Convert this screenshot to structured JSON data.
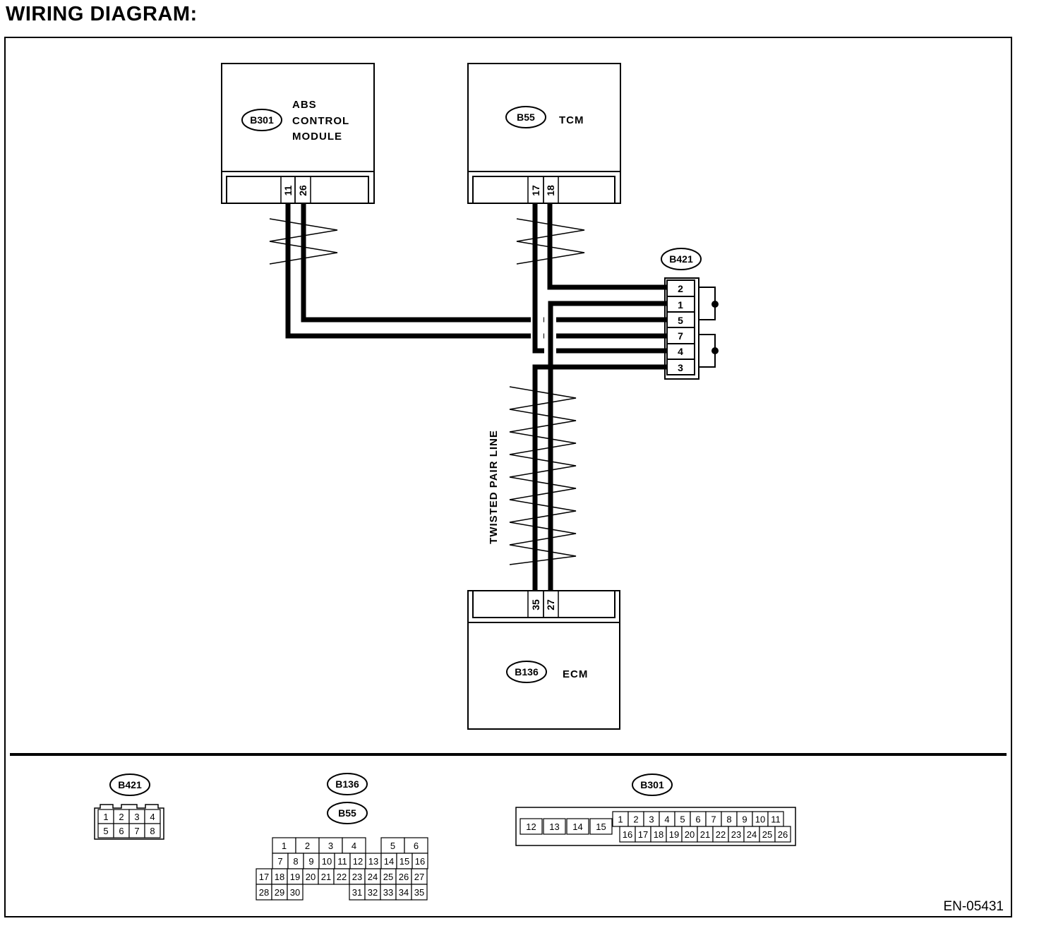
{
  "title": "WIRING DIAGRAM:",
  "reference_code": "EN-05431",
  "twisted_label": "TWISTED PAIR LINE",
  "modules": {
    "abs": {
      "connector": "B301",
      "label_lines": [
        "ABS",
        "CONTROL",
        "MODULE"
      ],
      "pins": [
        "11",
        "26"
      ]
    },
    "tcm": {
      "connector": "B55",
      "label_lines": [
        "TCM"
      ],
      "pins": [
        "17",
        "18"
      ]
    },
    "ecm": {
      "connector": "B136",
      "label_lines": [
        "ECM"
      ],
      "pins": [
        "35",
        "27"
      ]
    }
  },
  "joint_connector": {
    "id": "B421",
    "pins": [
      "2",
      "1",
      "5",
      "7",
      "4",
      "3"
    ]
  },
  "connector_views": {
    "b421": {
      "ids": [
        "B421"
      ],
      "rows": [
        [
          "1",
          "2",
          "3",
          "4"
        ],
        [
          "5",
          "6",
          "7",
          "8"
        ]
      ]
    },
    "b136_b55": {
      "ids": [
        "B136",
        "B55"
      ],
      "rows": [
        [
          "1",
          "2",
          "3",
          "4",
          "",
          "5",
          "6"
        ],
        [
          "7",
          "8",
          "9",
          "10",
          "11",
          "12",
          "13",
          "14",
          "15",
          "16"
        ],
        [
          "17",
          "18",
          "19",
          "20",
          "21",
          "22",
          "23",
          "24",
          "25",
          "26",
          "27"
        ],
        [
          "28",
          "29",
          "30",
          "",
          "",
          "",
          "31",
          "32",
          "33",
          "34",
          "35"
        ]
      ]
    },
    "b301": {
      "ids": [
        "B301"
      ],
      "left_pins": [
        "12",
        "13",
        "14",
        "15"
      ],
      "rows": [
        [
          "1",
          "2",
          "3",
          "4",
          "5",
          "6",
          "7",
          "8",
          "9",
          "10",
          "11"
        ],
        [
          "16",
          "17",
          "18",
          "19",
          "20",
          "21",
          "22",
          "23",
          "24",
          "25",
          "26"
        ]
      ]
    }
  }
}
